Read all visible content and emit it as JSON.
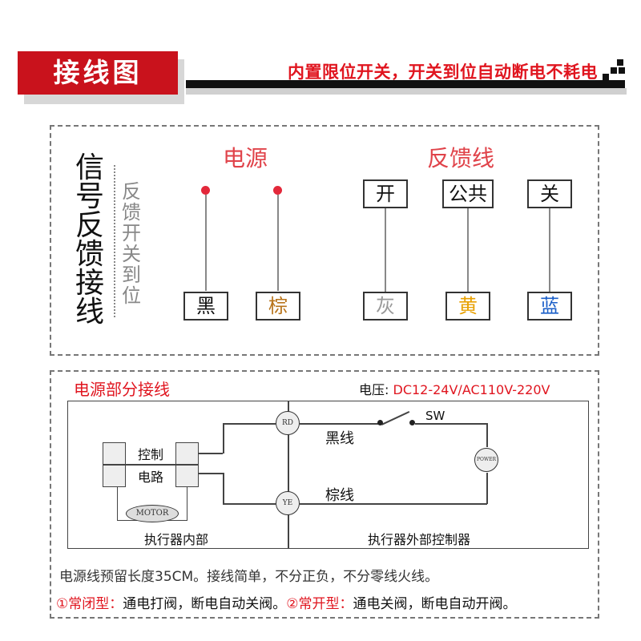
{
  "header": {
    "title": "接线图",
    "slogan": "内置限位开关，开关到位自动断电不耗电"
  },
  "feedback_section": {
    "side_title": [
      "信",
      "号",
      "反",
      "馈",
      "接",
      "线"
    ],
    "side_subtitle": [
      "反",
      "馈",
      "开",
      "关",
      "到",
      "位"
    ],
    "power_heading": "电源",
    "feedback_heading": "反馈线",
    "top_labels": [
      "开",
      "公共",
      "关"
    ],
    "power_wires": [
      {
        "label": "黑",
        "color": "#111111"
      },
      {
        "label": "棕",
        "color": "#b8741b"
      }
    ],
    "feedback_wires": [
      {
        "label": "灰",
        "color": "#999999"
      },
      {
        "label": "黄",
        "color": "#e8a000"
      },
      {
        "label": "蓝",
        "color": "#1b5fc8"
      }
    ]
  },
  "power_section": {
    "title": "电源部分接线",
    "voltage_label": "电压:",
    "voltage_value": "DC12-24V/AC110V-220V",
    "switch_label": "SW",
    "black_wire": "黑线",
    "brown_wire": "棕线",
    "rd_label": "RD",
    "ye_label": "YE",
    "power_label": "POWER",
    "control_line1": "控制",
    "control_line2": "电路",
    "motor_label": "MOTOR",
    "inside_label": "执行器内部",
    "outside_label": "执行器外部控制器"
  },
  "notes": {
    "line1": "电源线预留长度35CM。接线简单，不分正负，不分零线火线。",
    "nc_label": "①常闭型：",
    "nc_text": "通电打阀，断电自动关阀。",
    "no_label": "②常开型：",
    "no_text": "通电关阀，断电自动开阀。"
  },
  "colors": {
    "accent_red": "#c9121c",
    "text_red": "#e0151f",
    "black_wire": "#111111",
    "brown_wire": "#b8741b",
    "gray_wire": "#999999",
    "yellow_wire": "#e8a000",
    "blue_wire": "#1b5fc8"
  }
}
